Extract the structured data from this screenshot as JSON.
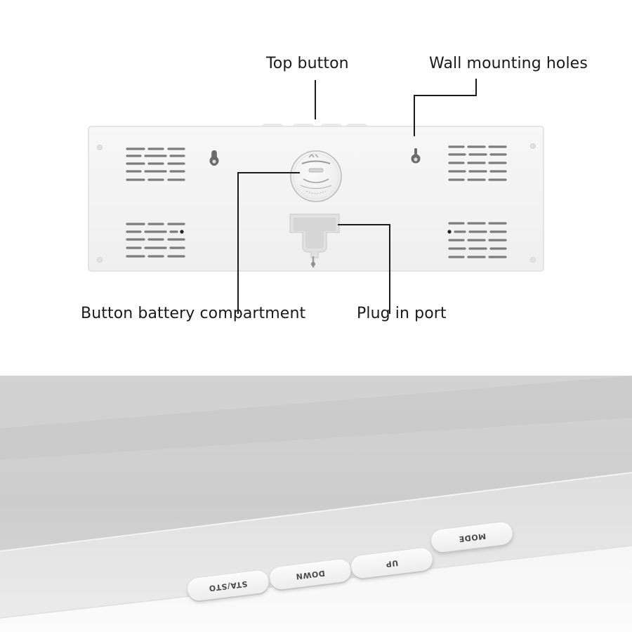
{
  "callouts": {
    "top_button": "Top button",
    "wall_mounting_holes": "Wall mounting holes",
    "battery_compartment": "Button battery compartment",
    "plug_in_port": "Plug in port"
  },
  "buttons": [
    {
      "label": "STA/STO"
    },
    {
      "label": "DOWN"
    },
    {
      "label": "UP"
    },
    {
      "label": "MODE"
    }
  ],
  "colors": {
    "panel": "#f4f4f4",
    "panel_edge": "#dcdcdc",
    "callout_line": "#1a1a1a",
    "text": "#1a1a1a"
  },
  "icons": [
    "keyhole-icon",
    "battery-cover-icon",
    "vent-slots"
  ]
}
